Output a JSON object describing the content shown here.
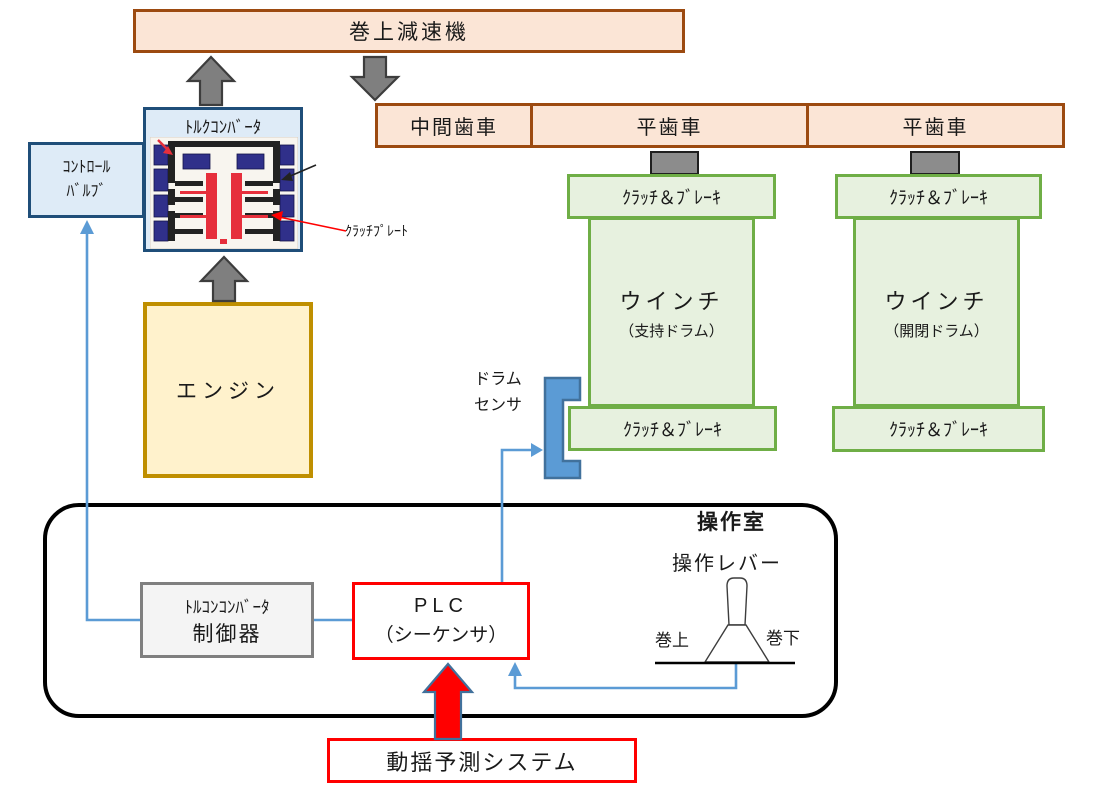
{
  "diagram_title": "winch-control-system-diagram",
  "colors": {
    "peach_fill": "#FBE5D6",
    "brown_border": "#9C4A10",
    "lightblue_fill": "#DEEBF7",
    "navy_border": "#1F4E79",
    "yellow_fill": "#FFF2CC",
    "gold_border": "#BF8F00",
    "green_fill": "#E7F1DF",
    "green_border": "#6FAE46",
    "gray_connector": "#8C8C8C",
    "gray_arrow": "#7F7F7F",
    "signal_line_blue": "#5B9BD5",
    "sensor_fill": "#5B9BD5",
    "sensor_border": "#41719C",
    "red_accent": "#FF0000",
    "controller_fill": "#F4F4F4",
    "controller_border": "#7F7F7F"
  },
  "hoist_reducer": {
    "label": "巻上減速機"
  },
  "gear_row": {
    "cells": [
      "中間歯車",
      "平歯車",
      "平歯車"
    ]
  },
  "torque_converter": {
    "label": "ﾄﾙｸｺﾝﾊﾞｰﾀ",
    "annotation": "ｸﾗｯﾁﾌﾟﾚｰﾄ"
  },
  "control_valve": {
    "line1": "ｺﾝﾄﾛｰﾙ",
    "line2": "ﾊﾞﾙﾌﾞ"
  },
  "engine": {
    "label": "エンジン"
  },
  "winches": [
    {
      "clutch_top": "ｸﾗｯﾁ＆ﾌﾞﾚｰｷ",
      "name": "ウインチ",
      "drum": "（支持ドラム）",
      "clutch_bottom": "ｸﾗｯﾁ＆ﾌﾞﾚｰｷ"
    },
    {
      "clutch_top": "ｸﾗｯﾁ＆ﾌﾞﾚｰｷ",
      "name": "ウインチ",
      "drum": "（開閉ドラム）",
      "clutch_bottom": "ｸﾗｯﾁ＆ﾌﾞﾚｰｷ"
    }
  ],
  "drum_sensor": {
    "line1": "ドラム",
    "line2": "センサ"
  },
  "operation_room": {
    "title": "操作室",
    "controller": {
      "line1": "ﾄﾙｺﾝｺﾝﾊﾞｰﾀ",
      "line2": "制御器"
    },
    "plc": {
      "line1": "PLC",
      "line2": "（シーケンサ）"
    },
    "lever": {
      "label": "操作レバー",
      "left": "巻上",
      "right": "巻下"
    }
  },
  "sway_prediction": {
    "label": "動揺予測システム"
  }
}
